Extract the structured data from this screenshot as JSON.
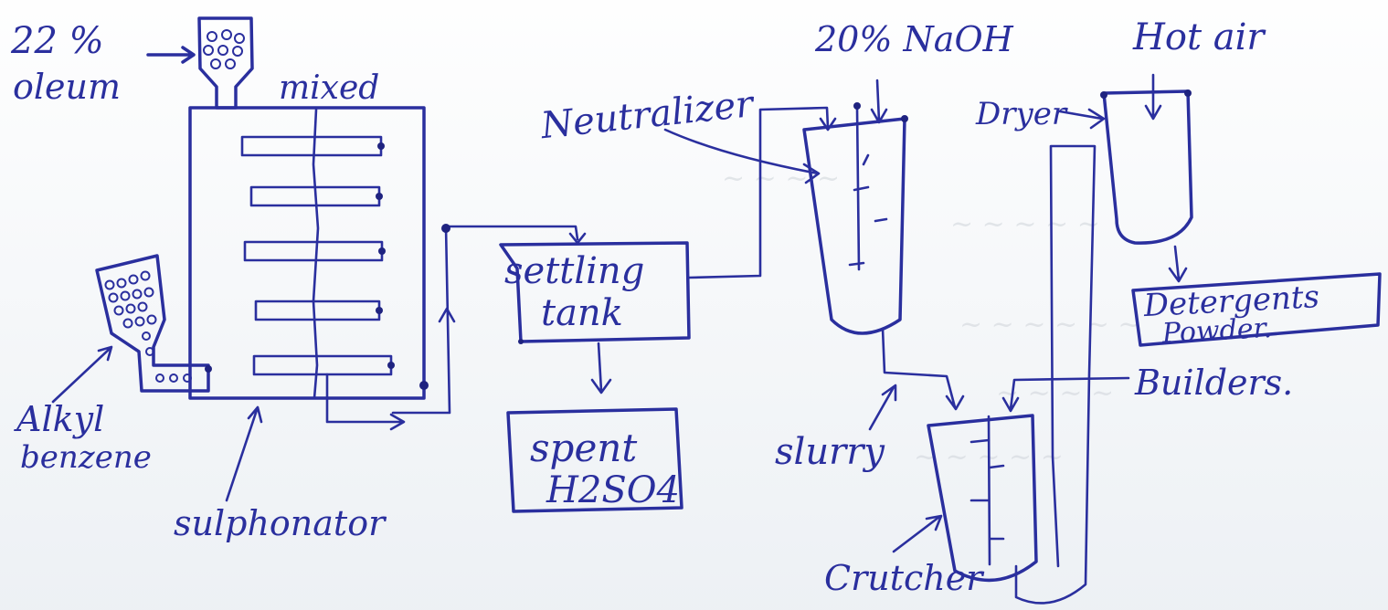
{
  "diagram": {
    "labels": {
      "oleum_line1": "22 %",
      "oleum_line2": "oleum",
      "mixed": "mixed",
      "alkyl_line1": "Alkyl",
      "alkyl_line2": "benzene",
      "sulphonator": "sulphonator",
      "settling_line1": "settling",
      "settling_line2": "tank",
      "spent_line1": "spent",
      "spent_line2": "H2SO4",
      "neutralizer": "Neutralizer",
      "naoh": "20% NaOH",
      "hot_air": "Hot air",
      "dryer": "Dryer",
      "detergents_line1": "Detergents",
      "detergents_line2": "Powder.",
      "builders": "Builders.",
      "slurry": "slurry",
      "crutcher": "Crutcher"
    },
    "ink_color": "#2a2f9e",
    "paper_color": "#f4f6f8"
  }
}
